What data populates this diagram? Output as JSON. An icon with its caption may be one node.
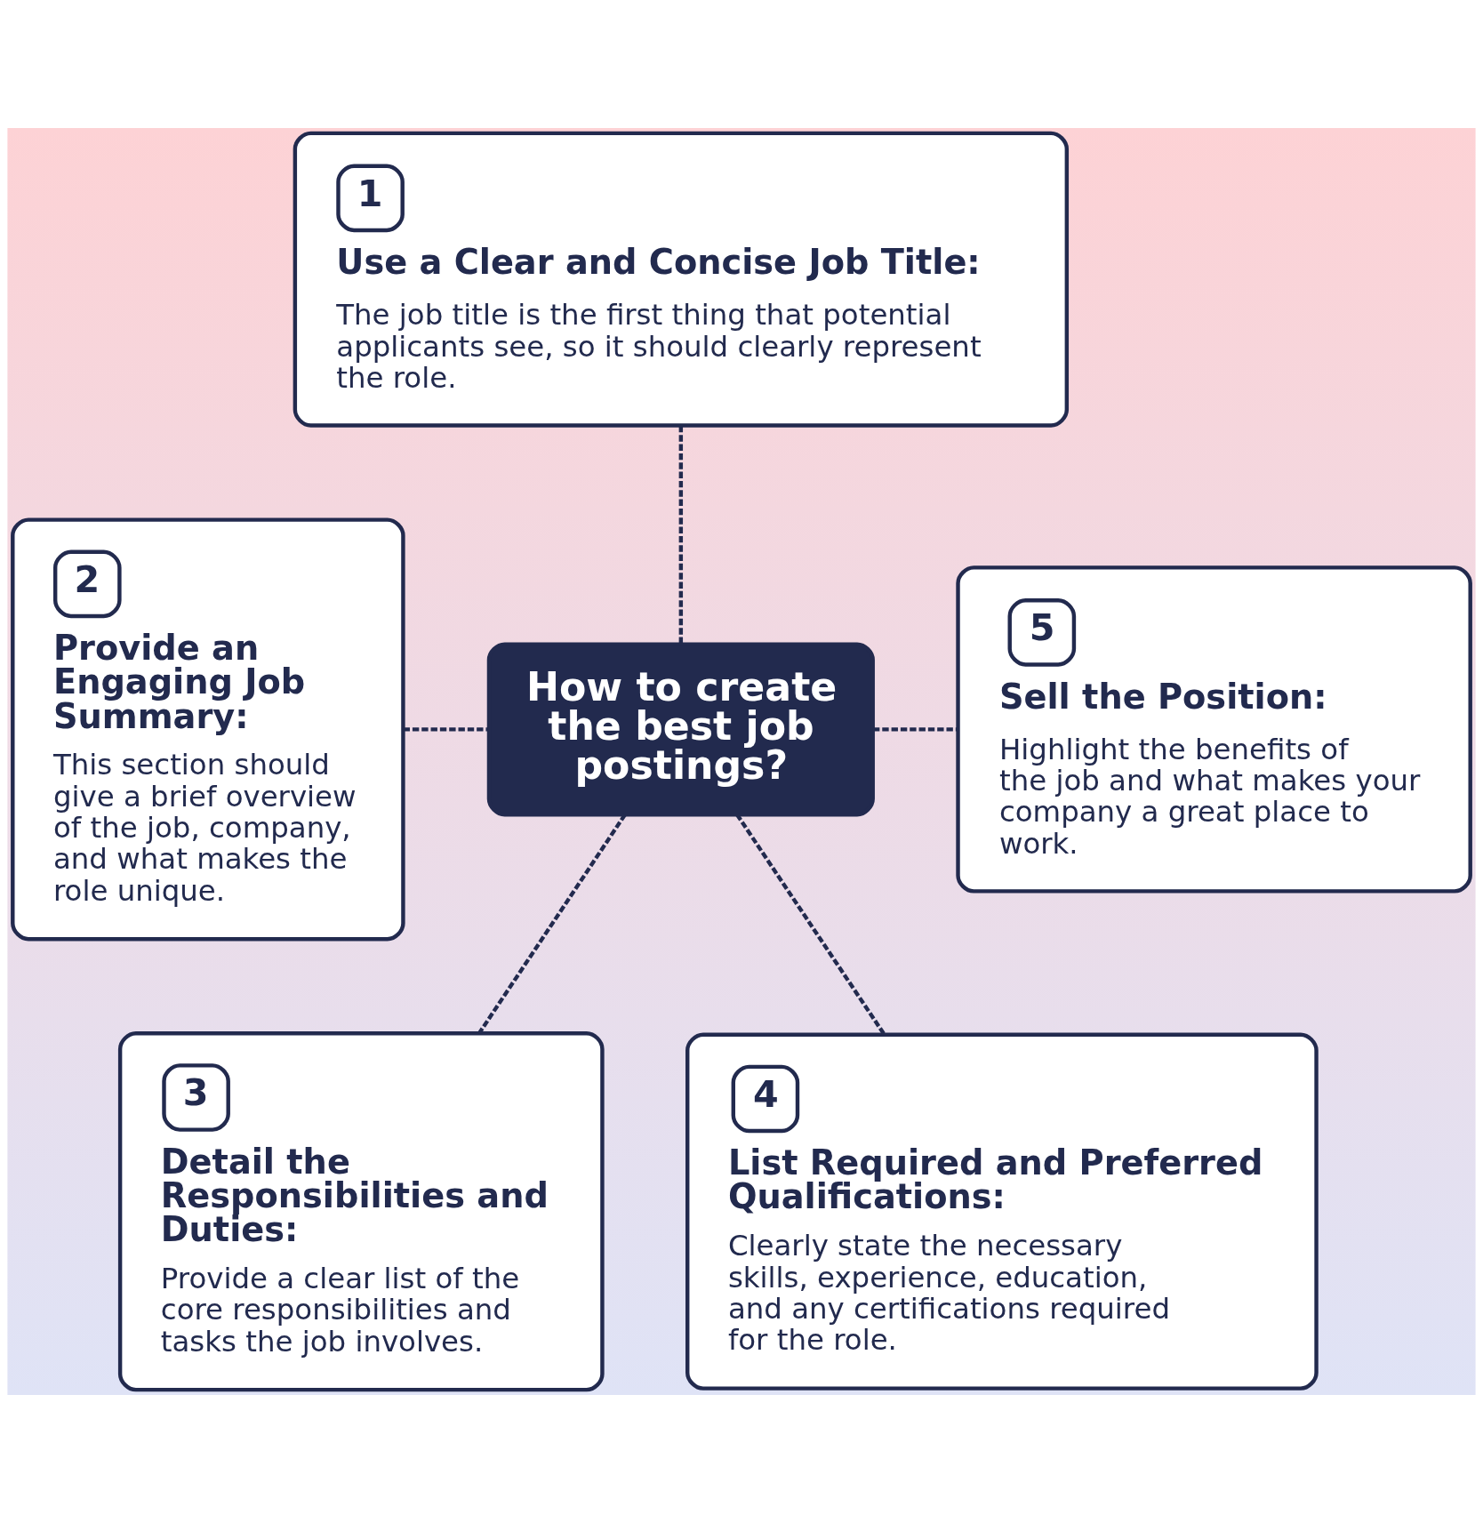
{
  "diagram": {
    "nodes": [
      {
        "text": [
          "How to create the best job postings?"
        ]
      },
      {
        "text": [
          "1",
          "Use a Clear and Concise Job Title:",
          "The job title is the first thing that potential applicants see, so it should clearly represent the role."
        ]
      },
      {
        "text": [
          "2",
          "Provide an Engaging Job Summary:",
          "This section should give a brief overview of the job, company, and what makes the role unique."
        ]
      },
      {
        "text": [
          "3",
          "Detail the Responsibilities and Duties:",
          "Provide a clear list of the core responsibilities and tasks the job involves."
        ]
      },
      {
        "text": [
          "4",
          "List Required and Preferred Qualifications:",
          "Clearly state the necessary skills, experience, education, and any certifications required for the role."
        ]
      },
      {
        "text": [
          "5",
          "Sell the Position:",
          "Highlight the benefits of the job and what makes your company a great place to work."
        ]
      }
    ],
    "edges": [
      {
        "from": 1,
        "to": 0,
        "arrow": "none",
        "style": "dashed"
      },
      {
        "from": 2,
        "to": 0,
        "arrow": "none",
        "style": "dashed"
      },
      {
        "from": 0,
        "to": 3,
        "arrow": "none",
        "style": "dashed"
      },
      {
        "from": 0,
        "to": 4,
        "arrow": "none",
        "style": "dashed"
      },
      {
        "from": 0,
        "to": 5,
        "arrow": "none",
        "style": "dashed"
      }
    ]
  }
}
